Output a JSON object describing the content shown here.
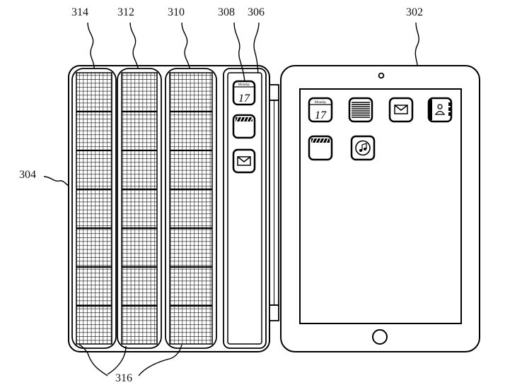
{
  "figure": {
    "labels": {
      "tablet": "302",
      "cover": "304",
      "hinge_segment": "306",
      "display_segment": "308",
      "panel_a": "310",
      "panel_b": "312",
      "panel_c": "314",
      "cells": "316"
    }
  },
  "cover_icons": [
    {
      "name": "calendar-icon",
      "day": "Monday",
      "date": "17"
    },
    {
      "name": "clapperboard-icon"
    },
    {
      "name": "mail-icon"
    }
  ],
  "tablet_icons": [
    {
      "name": "calendar-icon",
      "day": "Monday",
      "date": "17"
    },
    {
      "name": "notes-icon"
    },
    {
      "name": "mail-icon"
    },
    {
      "name": "contacts-icon"
    },
    {
      "name": "clapperboard-icon"
    },
    {
      "name": "music-icon"
    }
  ]
}
